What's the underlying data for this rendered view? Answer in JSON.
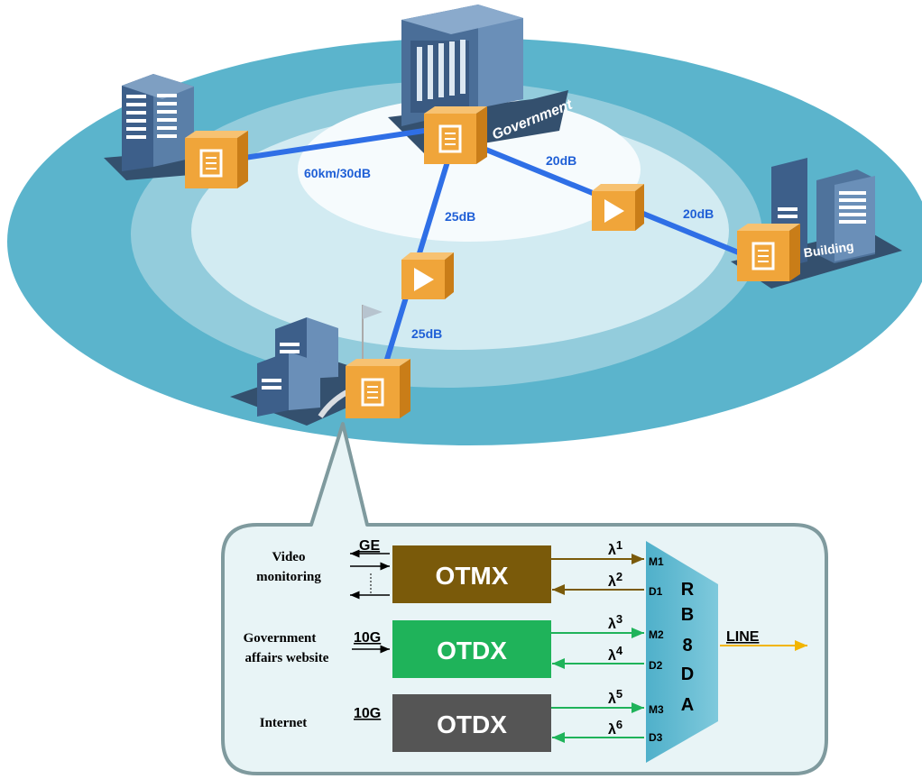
{
  "network": {
    "buildings": {
      "government": "Government",
      "office": "e Building"
    },
    "links": {
      "left": "60km/30dB",
      "right_upper": "20dB",
      "right_lower": "20dB",
      "down_upper": "25dB",
      "down_lower": "25dB"
    }
  },
  "detail": {
    "clients": {
      "video": [
        "Video",
        "monitoring"
      ],
      "gov": [
        "Government",
        "affairs website"
      ],
      "internet": "Internet"
    },
    "rates": {
      "ge": "GE",
      "gov": "10G",
      "internet": "10G"
    },
    "boards": {
      "otmx": "OTMX",
      "otdx1": "OTDX",
      "otdx2": "OTDX"
    },
    "wavelengths": {
      "w1": [
        "λ",
        "1"
      ],
      "w2": [
        "λ",
        "2"
      ],
      "w3": [
        "λ",
        "3"
      ],
      "w4": [
        "λ",
        "4"
      ],
      "w5": [
        "λ",
        "5"
      ],
      "w6": [
        "λ",
        "6"
      ]
    },
    "ports": [
      "M1",
      "D1",
      "M2",
      "D2",
      "M3",
      "D3"
    ],
    "mux_letters": [
      "R",
      "B",
      "8",
      "D",
      "A"
    ],
    "line_label": "LINE"
  },
  "colors": {
    "ring_outer": "#5bb4cc",
    "ring_mid": "#93ccdc",
    "ring_inner": "#d2ebf2",
    "link": "#2f6fe6",
    "node": "#f0a53a",
    "otmx": "#7a5a0a",
    "otdx_green": "#1fb35a",
    "otdx_gray": "#555555",
    "mux": "#5fb9d1",
    "line_arrow": "#f2b500"
  }
}
